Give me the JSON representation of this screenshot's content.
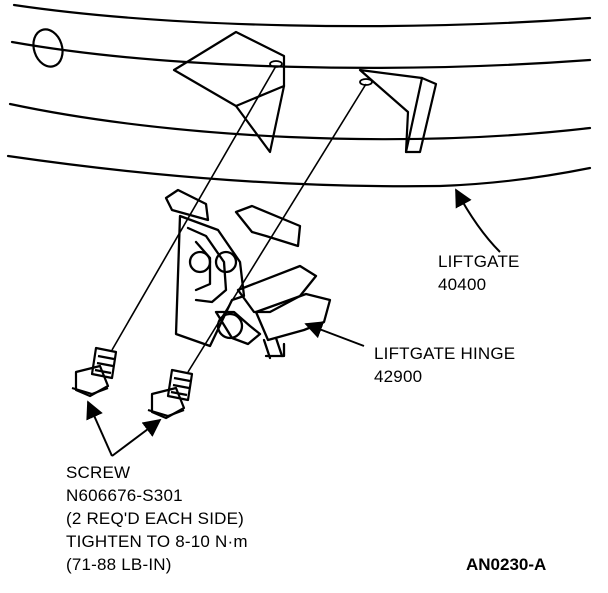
{
  "figure_ref": "AN0230-A",
  "callouts": {
    "liftgate": {
      "name": "LIFTGATE",
      "part_number": "40400"
    },
    "hinge": {
      "name": "LIFTGATE HINGE",
      "part_number": "42900"
    },
    "screw": {
      "name": "SCREW",
      "part_number": "N606676-S301",
      "quantity_note": "(2 REQ'D EACH SIDE)",
      "torque": "TIGHTEN TO 8-10 N·m",
      "torque_alt": "(71-88 LB-IN)"
    }
  }
}
